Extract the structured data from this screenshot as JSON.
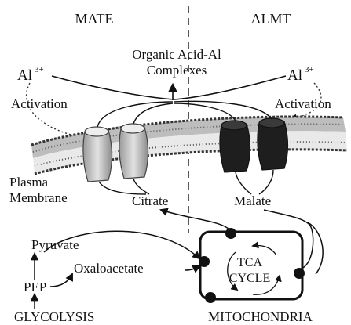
{
  "headers": {
    "left": "MATE",
    "right": "ALMT"
  },
  "center": {
    "line1": "Organic Acid-Al",
    "line2": "Complexes"
  },
  "left_ion": {
    "base": "Al",
    "charge": "3+",
    "activation": "Activation"
  },
  "right_ion": {
    "base": "Al",
    "charge": "3+",
    "activation": "Activation"
  },
  "membrane": {
    "line1": "Plasma",
    "line2": "Membrane"
  },
  "metabolites": {
    "citrate": "Citrate",
    "malate": "Malate",
    "pyruvate": "Pyruvate",
    "oxaloacetate": "Oxaloacetate",
    "pep": "PEP",
    "glycolysis": "GLYCOLYSIS"
  },
  "tca": {
    "line1": "TCA",
    "line2": "CYCLE"
  },
  "mitochondria": "MITOCHONDRIA"
}
